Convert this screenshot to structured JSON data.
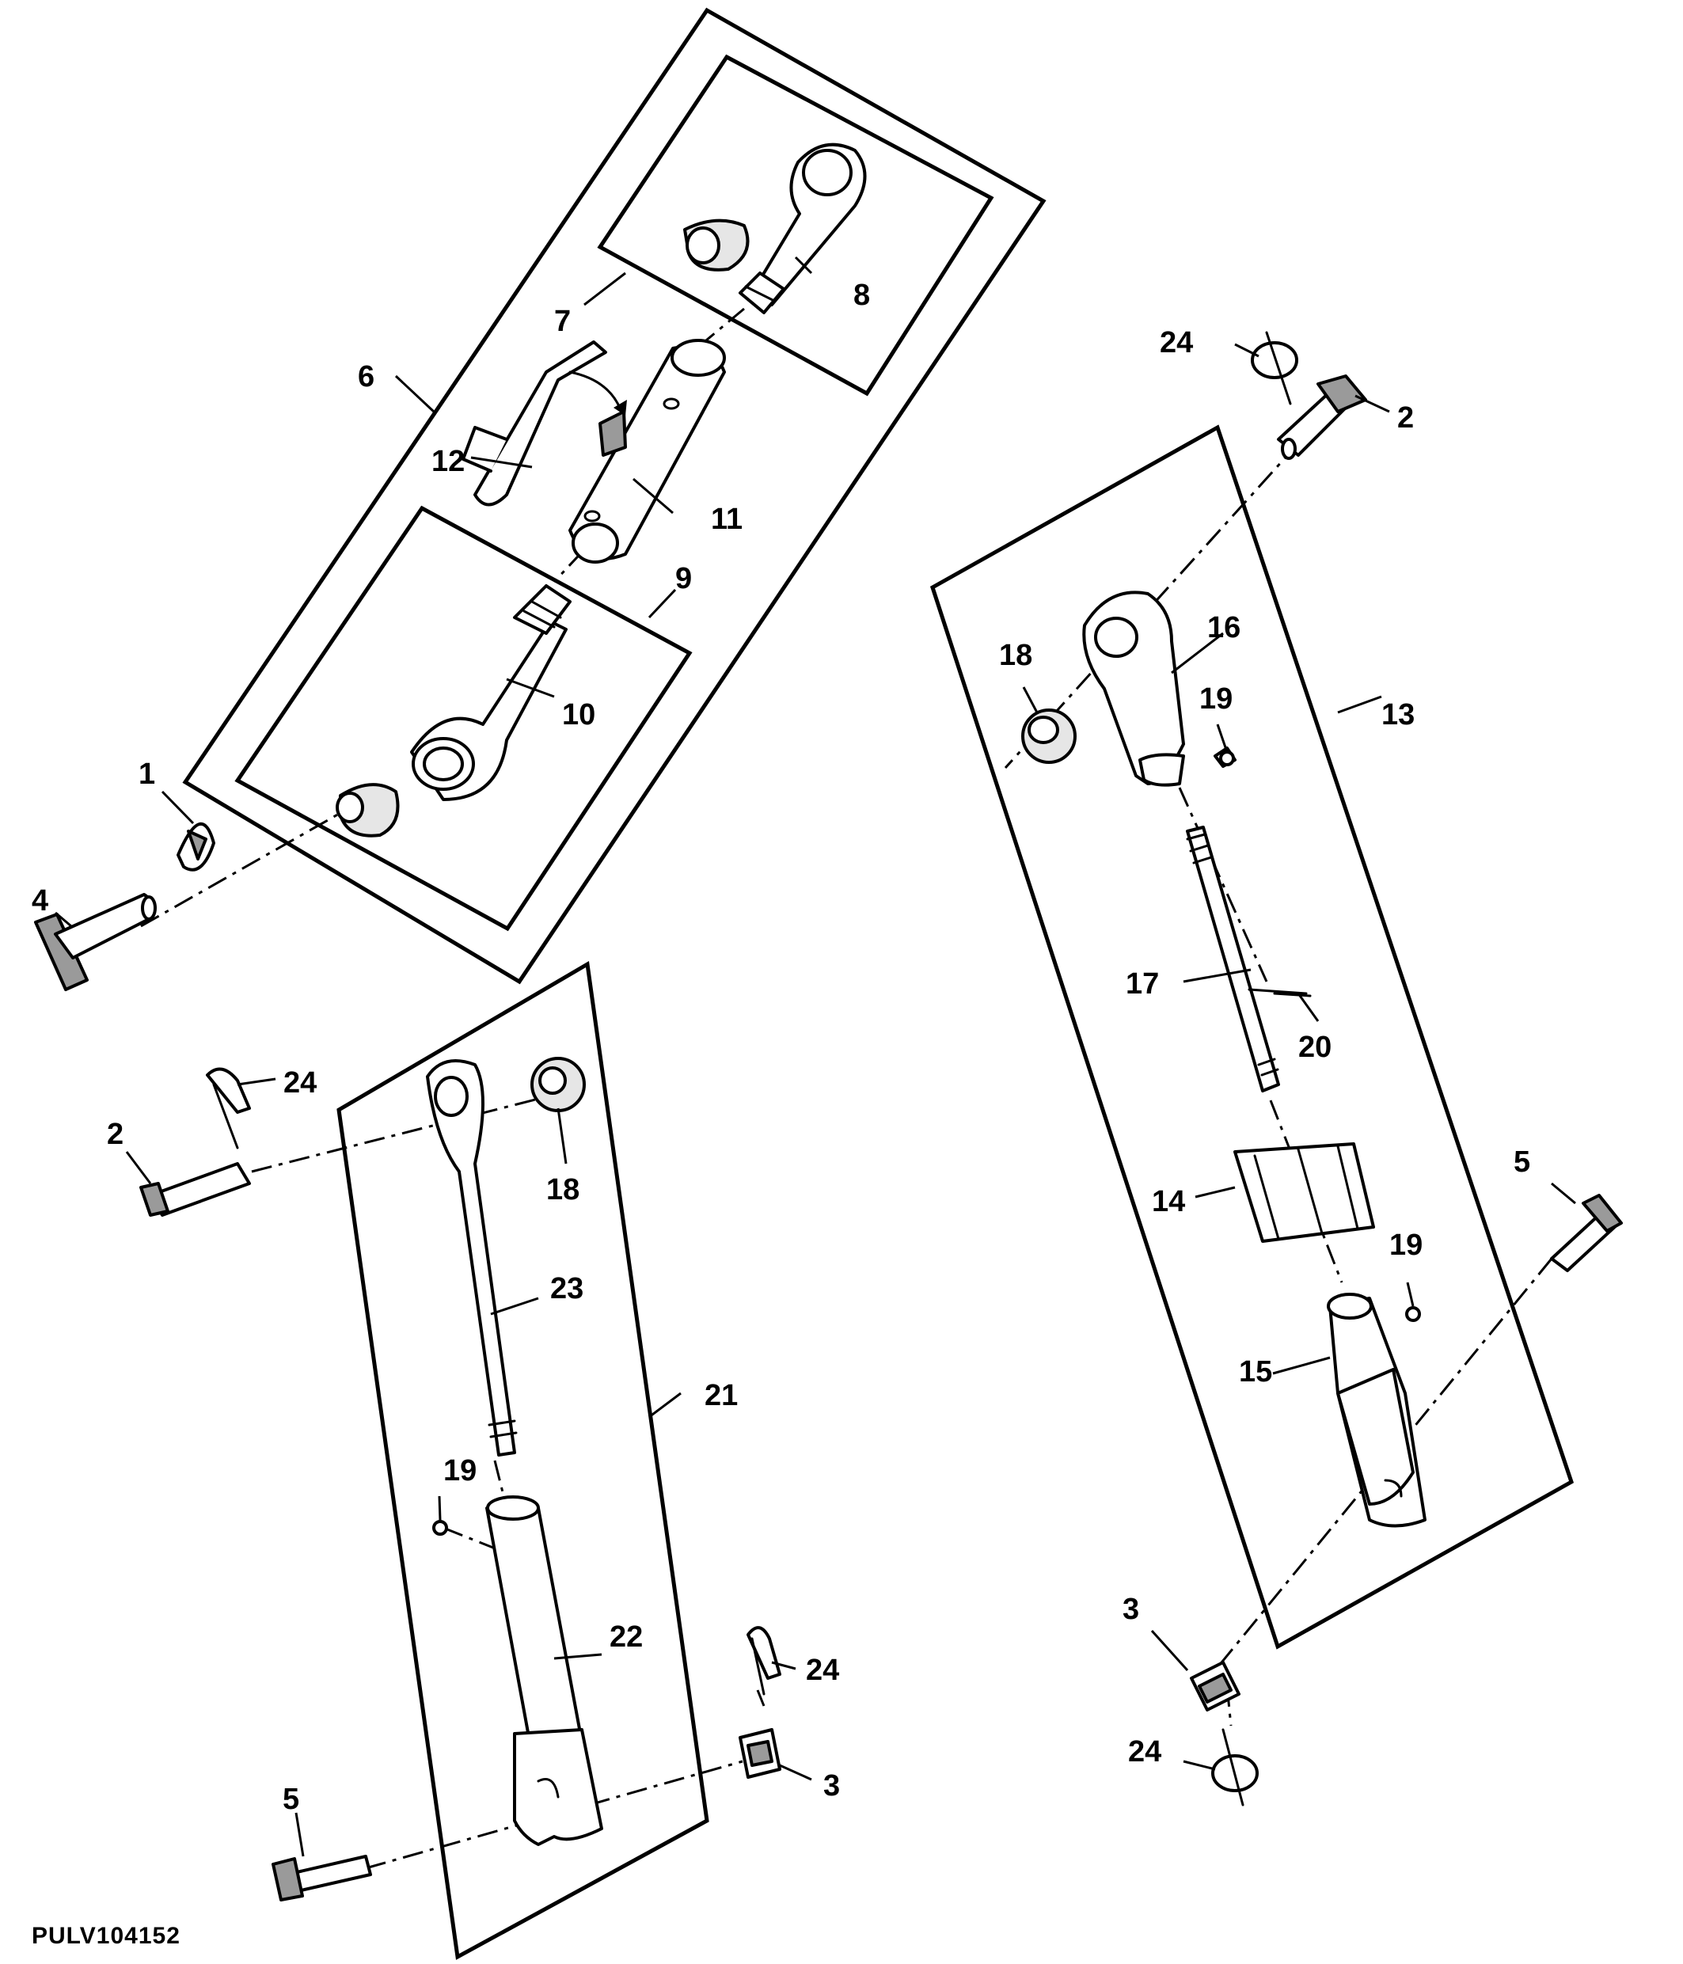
{
  "figure_id": "PULV104152",
  "callouts": {
    "c1": "1",
    "c2a": "2",
    "c2b": "2",
    "c3a": "3",
    "c3b": "3",
    "c4": "4",
    "c5a": "5",
    "c5b": "5",
    "c6": "6",
    "c7": "7",
    "c8": "8",
    "c9": "9",
    "c10": "10",
    "c11": "11",
    "c12": "12",
    "c13": "13",
    "c14": "14",
    "c15": "15",
    "c16": "16",
    "c17": "17",
    "c18a": "18",
    "c18b": "18",
    "c19a": "19",
    "c19b": "19",
    "c19c": "19",
    "c20": "20",
    "c21": "21",
    "c22": "22",
    "c23": "23",
    "c24a": "24",
    "c24b": "24",
    "c24c": "24",
    "c24d": "24"
  }
}
